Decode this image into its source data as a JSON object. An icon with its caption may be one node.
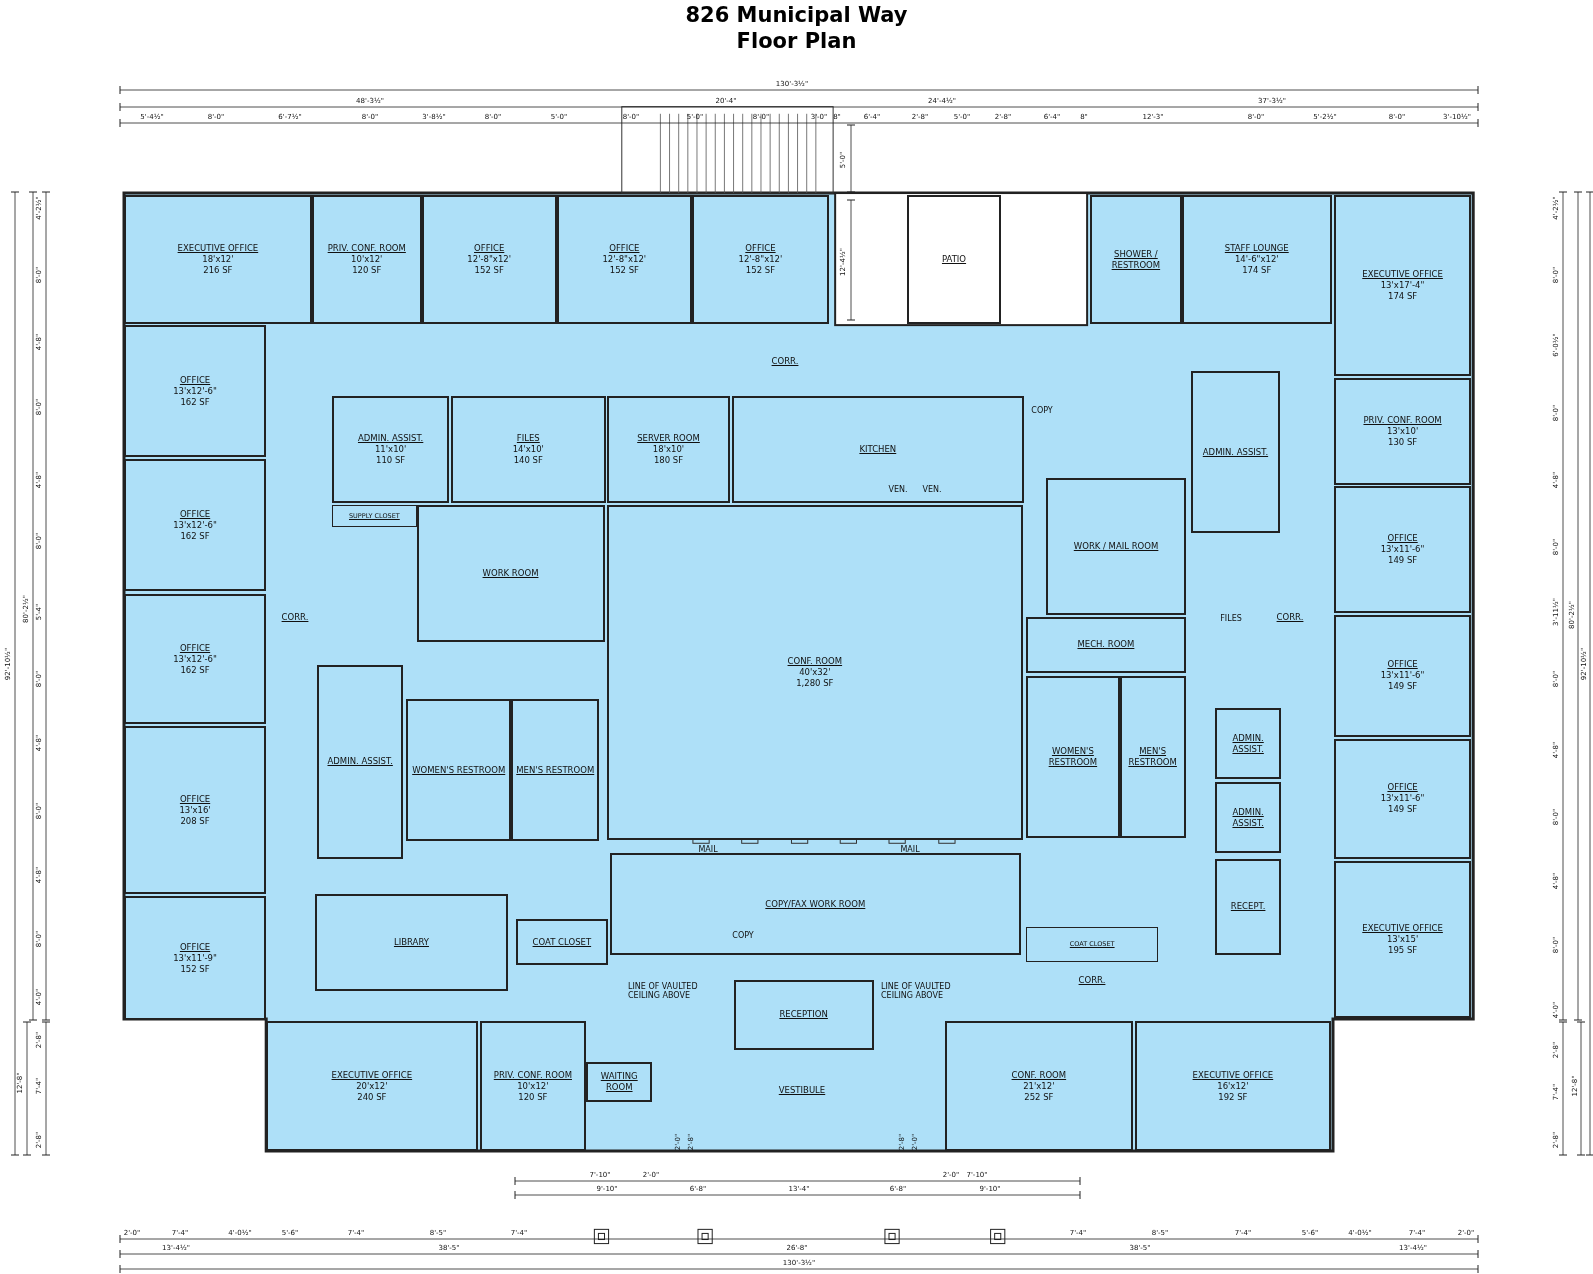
{
  "diagram": {
    "title": "826 Municipal Way Floor Plan",
    "nodes": [
      {
        "text": [
          "EXECUTIVE OFFICE",
          "18'x12'",
          "216 SF"
        ]
      },
      {
        "text": [
          "PRIV. CONF. ROOM",
          "10'x12'",
          "120 SF"
        ]
      },
      {
        "text": [
          "OFFICE",
          "12'-8\"x12'",
          "152 SF"
        ]
      },
      {
        "text": [
          "OFFICE",
          "12'-8\"x12'",
          "152 SF"
        ]
      },
      {
        "text": [
          "OFFICE",
          "12'-8\"x12'",
          "152 SF"
        ]
      },
      {
        "text": [
          "PATIO"
        ]
      },
      {
        "text": [
          "SHOWER / RESTROOM"
        ]
      },
      {
        "text": [
          "STAFF LOUNGE",
          "14'-6\"x12'",
          "174 SF"
        ]
      },
      {
        "text": [
          "EXECUTIVE OFFICE",
          "13'x17'-4\"",
          "174 SF"
        ]
      },
      {
        "text": [
          "OFFICE",
          "13'x12'-6\"",
          "162 SF"
        ]
      },
      {
        "text": [
          "ADMIN. ASSIST.",
          "11'x10'",
          "110 SF"
        ]
      },
      {
        "text": [
          "FILES",
          "14'x10'",
          "140 SF"
        ]
      },
      {
        "text": [
          "SERVER ROOM",
          "18'x10'",
          "180 SF"
        ]
      },
      {
        "text": [
          "KITCHEN"
        ]
      },
      {
        "text": [
          "ADMIN. ASSIST."
        ]
      },
      {
        "text": [
          "PRIV. CONF. ROOM",
          "13'x10'",
          "130 SF"
        ]
      },
      {
        "text": [
          "OFFICE",
          "13'x12'-6\"",
          "162 SF"
        ]
      },
      {
        "text": [
          "SUPPLY CLOSET"
        ]
      },
      {
        "text": [
          "WORK ROOM"
        ]
      },
      {
        "text": [
          "WORK / MAIL ROOM"
        ]
      },
      {
        "text": [
          "OFFICE",
          "13'x11'-6\"",
          "149 SF"
        ]
      },
      {
        "text": [
          "OFFICE",
          "13'x12'-6\"",
          "162 SF"
        ]
      },
      {
        "text": [
          "CONF. ROOM",
          "40'x32'",
          "1,280 SF"
        ]
      },
      {
        "text": [
          "MECH. ROOM"
        ]
      },
      {
        "text": [
          "OFFICE",
          "13'x11'-6\"",
          "149 SF"
        ]
      },
      {
        "text": [
          "ADMIN. ASSIST."
        ]
      },
      {
        "text": [
          "WOMEN'S RESTROOM"
        ]
      },
      {
        "text": [
          "MEN'S RESTROOM"
        ]
      },
      {
        "text": [
          "WOMEN'S RESTROOM"
        ]
      },
      {
        "text": [
          "MEN'S RESTROOM"
        ]
      },
      {
        "text": [
          "ADMIN. ASSIST."
        ]
      },
      {
        "text": [
          "OFFICE",
          "13'x16'",
          "208 SF"
        ]
      },
      {
        "text": [
          "OFFICE",
          "13'x11'-6\"",
          "149 SF"
        ]
      },
      {
        "text": [
          "ADMIN. ASSIST."
        ]
      },
      {
        "text": [
          "COPY/FAX WORK ROOM"
        ]
      },
      {
        "text": [
          "RECEPT."
        ]
      },
      {
        "text": [
          "EXECUTIVE OFFICE",
          "13'x15'",
          "195 SF"
        ]
      },
      {
        "text": [
          "OFFICE",
          "13'x11'-9\"",
          "152 SF"
        ]
      },
      {
        "text": [
          "LIBRARY"
        ]
      },
      {
        "text": [
          "COAT CLOSET"
        ]
      },
      {
        "text": [
          "COAT CLOSET"
        ]
      },
      {
        "text": [
          "RECEPTION"
        ]
      },
      {
        "text": [
          "EXECUTIVE OFFICE",
          "20'x12'",
          "240 SF"
        ]
      },
      {
        "text": [
          "PRIV. CONF. ROOM",
          "10'x12'",
          "120 SF"
        ]
      },
      {
        "text": [
          "WAITING ROOM"
        ]
      },
      {
        "text": [
          "CONF. ROOM",
          "21'x12'",
          "252 SF"
        ]
      },
      {
        "text": [
          "EXECUTIVE OFFICE",
          "16'x12'",
          "192 SF"
        ]
      }
    ],
    "labels": [
      "130'-3½\"",
      "48'-3½\"",
      "20'-4\"",
      "24'-4½\"",
      "37'-3½\"",
      "5'-4½\"",
      "8'-0\"",
      "6'-7½\"",
      "8'-0\"",
      "3'-8½\"",
      "8'-0\"",
      "5'-0\"",
      "8'-0\"",
      "5'-0\"",
      "8'-0\"",
      "3'-0\"",
      "8\"",
      "6'-4\"",
      "2'-8\"",
      "5'-0\"",
      "2'-8\"",
      "6'-4\"",
      "8\"",
      "12'-3\"",
      "8'-0\"",
      "5'-2½\"",
      "8'-0\"",
      "3'-10½\"",
      "5'-0\"",
      "12'-4½\"",
      "4'-2½\"",
      "8'-0\"",
      "4'-8\"",
      "8'-0\"",
      "4'-8\"",
      "8'-0\"",
      "5'-4\"",
      "8'-0\"",
      "4'-8\"",
      "8'-0\"",
      "4'-8\"",
      "8'-0\"",
      "4'-0\"",
      "2'-8\"",
      "7'-4\"",
      "2'-8\"",
      "80'-2½\"",
      "12'-8\"",
      "92'-10½\"",
      "CORR.",
      "COPY",
      "VEN.",
      "VEN.",
      "CORR.",
      "FILES",
      "CORR.",
      "MAIL",
      "MAIL",
      "COPY",
      "CORR.",
      "LINE OF VAULTED CEILING ABOVE",
      "LINE OF VAULTED CEILING ABOVE",
      "VESTIBULE",
      "4'-2½\"",
      "8'-0\"",
      "6'-0½\"",
      "8'-0\"",
      "4'-8\"",
      "8'-0\"",
      "3'-11½\"",
      "8'-0\"",
      "4'-8\"",
      "8'-0\"",
      "4'-8\"",
      "8'-0\"",
      "4'-0\"",
      "2'-8\"",
      "7'-4\"",
      "2'-8\"",
      "80'-2½\"",
      "12'-8\"",
      "92'-10½\"",
      "2'-0\"",
      "2'-8\"",
      "2'-8\"",
      "2'-0\"",
      "7'-10\"",
      "2'-0\"",
      "2'-0\"",
      "7'-10\"",
      "9'-10\"",
      "6'-8\"",
      "13'-4\"",
      "6'-8\"",
      "9'-10\"",
      "2'-0\"",
      "7'-4\"",
      "4'-0½\"",
      "5'-6\"",
      "7'-4\"",
      "8'-5\"",
      "7'-4\"",
      "7'-4\"",
      "8'-5\"",
      "7'-4\"",
      "5'-6\"",
      "4'-0½\"",
      "7'-4\"",
      "2'-0\"",
      "13'-4½\"",
      "38'-5\"",
      "26'-8\"",
      "38'-5\"",
      "13'-4½\"",
      "130'-3½\""
    ]
  }
}
